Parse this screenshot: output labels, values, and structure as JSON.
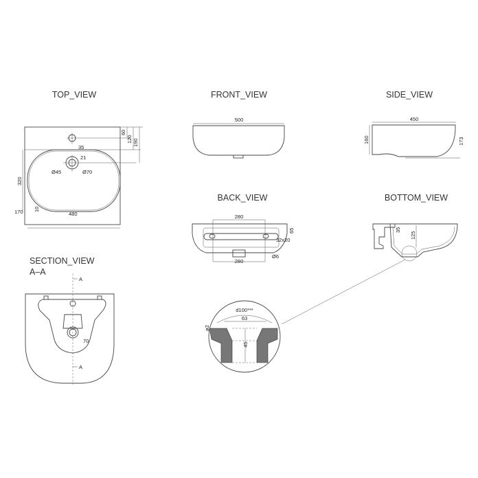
{
  "views": {
    "top": {
      "title": "TOP_VIEW",
      "dims": {
        "d60": "60",
        "d120": "120",
        "d190": "190",
        "d35": "35",
        "d21": "21",
        "dia45": "Ø45",
        "dia70": "Ø70",
        "d320": "320",
        "d170": "170",
        "d10": "10",
        "d480": "480"
      }
    },
    "front": {
      "title": "FRONT_VIEW",
      "dims": {
        "d500": "500"
      }
    },
    "side": {
      "title": "SIDE_VIEW",
      "dims": {
        "d450": "450",
        "d160": "160",
        "d173": "173"
      }
    },
    "back": {
      "title": "BACK_VIEW",
      "dims": {
        "d280top": "280",
        "d280bottom": "280",
        "d65": "65",
        "slot": "32x20",
        "dia6": "Ø6"
      }
    },
    "bottom": {
      "title": "BOTTOM_VIEW",
      "dims": {
        "d35": "35",
        "d125": "125"
      }
    },
    "section": {
      "title": "SECTION_VIEW",
      "subtitle": "A–A",
      "marker_top": "A",
      "marker_bottom": "A",
      "dims": {
        "d70": "70"
      }
    },
    "detail": {
      "dims": {
        "d100": "d100***",
        "d63": "63",
        "d45": "45",
        "d2": "ø2"
      }
    }
  }
}
